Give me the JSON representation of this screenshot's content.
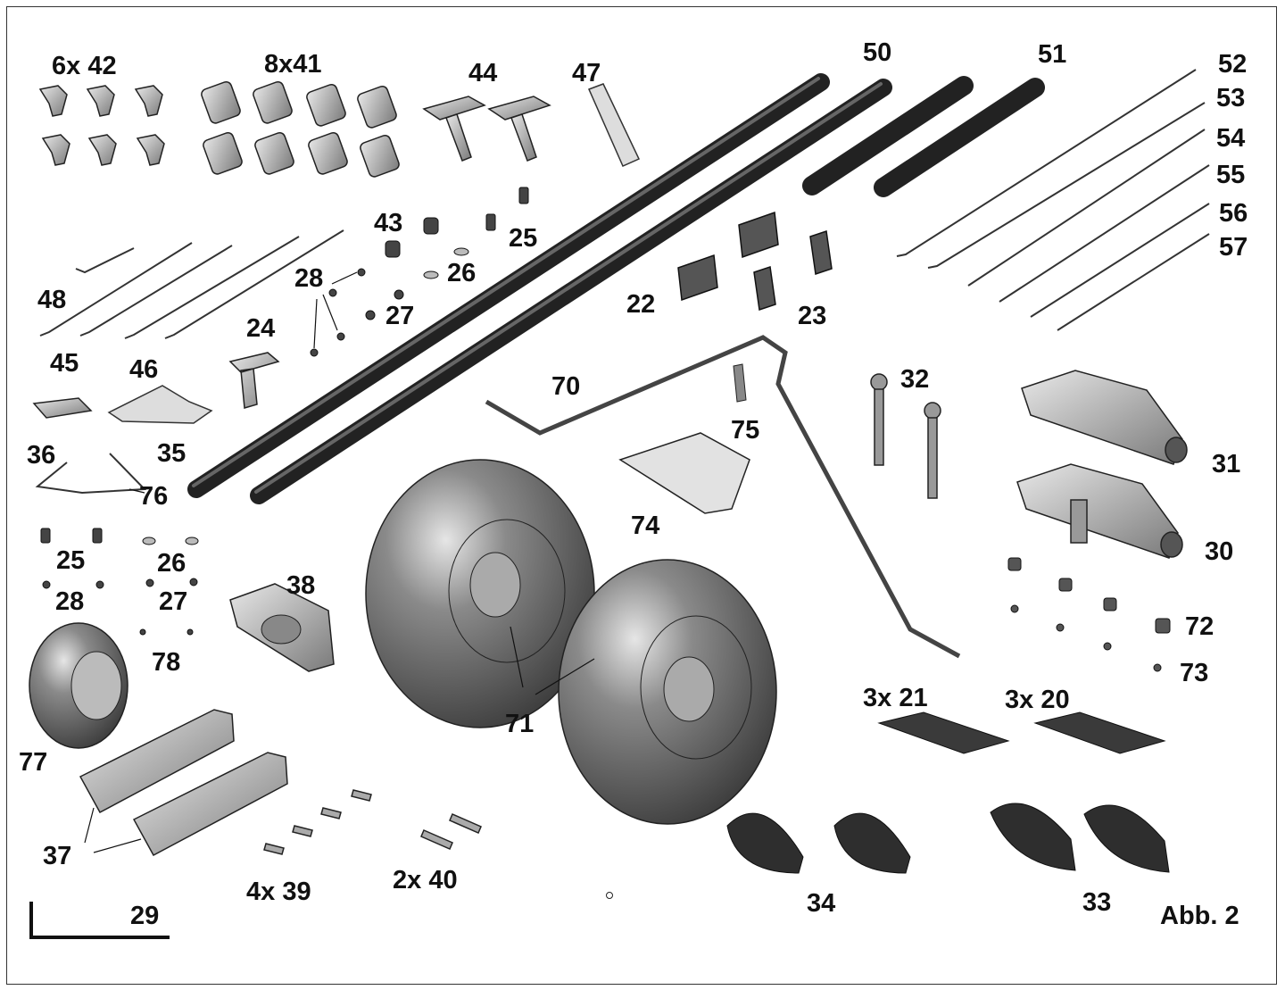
{
  "figure_label": "Abb. 2",
  "labels": {
    "p42": "6x 42",
    "p41": "8x41",
    "p44": "44",
    "p47": "47",
    "p50": "50",
    "p51": "51",
    "p52": "52",
    "p53": "53",
    "p54": "54",
    "p55": "55",
    "p56": "56",
    "p57": "57",
    "p43": "43",
    "p25a": "25",
    "p26a": "26",
    "p28a": "28",
    "p27a": "27",
    "p48": "48",
    "p24": "24",
    "p45": "45",
    "p46": "46",
    "p22": "22",
    "p23": "23",
    "p70": "70",
    "p75": "75",
    "p32": "32",
    "p36": "36",
    "p35": "35",
    "p76": "76",
    "p74": "74",
    "p31": "31",
    "p30": "30",
    "p25b": "25",
    "p26b": "26",
    "p28b": "28",
    "p27b": "27",
    "p38": "38",
    "p78": "78",
    "p72": "72",
    "p73": "73",
    "p77": "77",
    "p71": "71",
    "p21": "3x 21",
    "p20": "3x 20",
    "p37": "37",
    "p39": "4x 39",
    "p40": "2x 40",
    "p34": "34",
    "p33": "33",
    "p29": "29"
  },
  "colors": {
    "tube": "#3a3a3a",
    "tire": "#6a6a6a",
    "part": "#bfbfbf",
    "ink": "#111111"
  }
}
